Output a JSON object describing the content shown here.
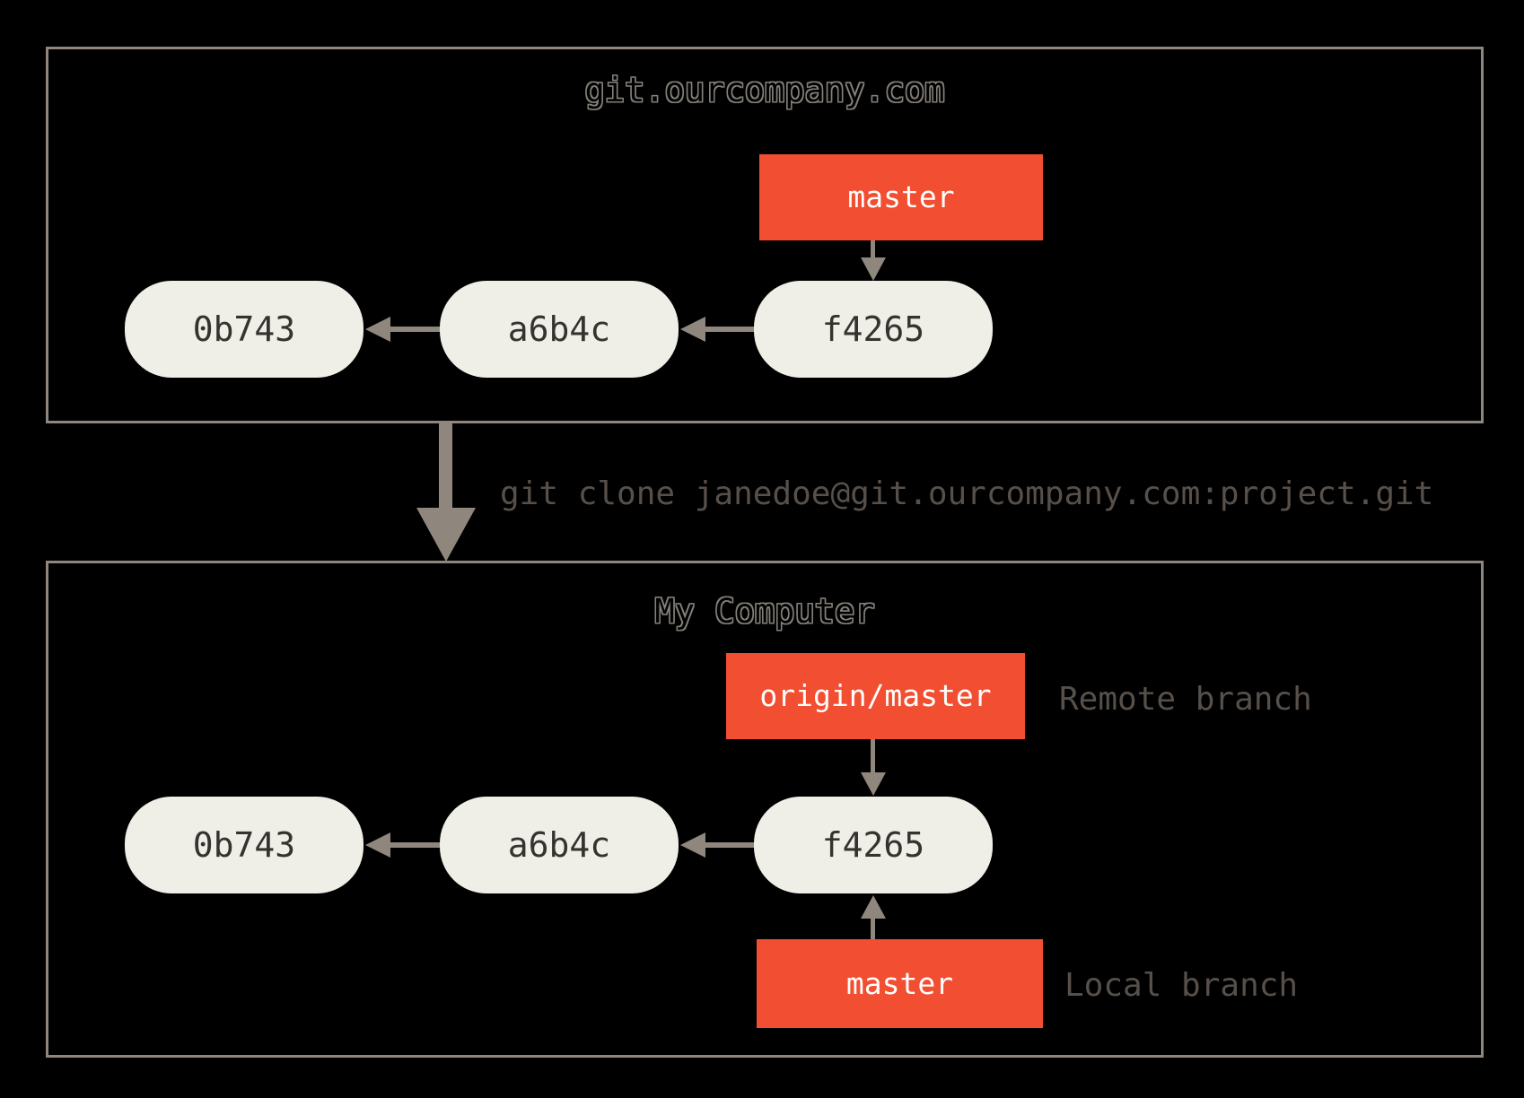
{
  "diagram": {
    "server": {
      "title": "git.ourcompany.com",
      "branch_label": "master",
      "commits": [
        "0b743",
        "a6b4c",
        "f4265"
      ]
    },
    "clone": {
      "command": "git clone janedoe@git.ourcompany.com:project.git"
    },
    "computer": {
      "title": "My Computer",
      "remote_branch_label": "origin/master",
      "remote_branch_annotation": "Remote branch",
      "local_branch_label": "master",
      "local_branch_annotation": "Local branch",
      "commits": [
        "0b743",
        "a6b4c",
        "f4265"
      ]
    },
    "colors": {
      "background": "#000000",
      "box_border": "#8f877d",
      "arrow": "#8f877d",
      "branch_red": "#f14e32",
      "branch_text": "#fffefc",
      "commit_fill": "#f0efe7",
      "commit_text": "#35332f",
      "annotation_text": "#57504a",
      "title_outline": "#85807a"
    }
  }
}
